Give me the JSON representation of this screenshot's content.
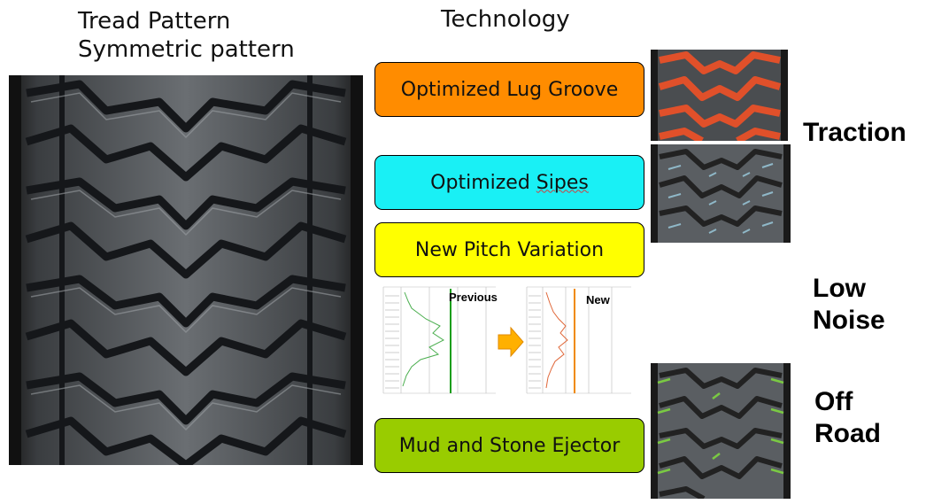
{
  "left_heading": {
    "line1": "Tread Pattern",
    "line2": "Symmetric pattern"
  },
  "center_heading": "Technology",
  "technologies": {
    "lug_groove": "Optimized Lug Groove",
    "sipes_prefix": "Optimized ",
    "sipes_word": "Sipes",
    "pitch": "New Pitch Variation",
    "ejector": "Mud and Stone Ejector"
  },
  "pitch_charts": {
    "previous_label": "Previous",
    "new_label": "New"
  },
  "benefits": {
    "traction": "Traction",
    "low_noise_line1": "Low",
    "low_noise_line2": "Noise",
    "off_road_line1": "Off",
    "off_road_line2": "Road"
  },
  "colors": {
    "orange": "#ff8c00",
    "cyan": "#19f0f5",
    "yellow": "#ffff00",
    "green": "#99cc00",
    "traction_overlay": "#e0502a",
    "sipe_overlay": "#8fb8c8",
    "ejector_overlay": "#7ac943"
  },
  "icons": [
    "tire-tread-image",
    "arrow-right-icon"
  ]
}
